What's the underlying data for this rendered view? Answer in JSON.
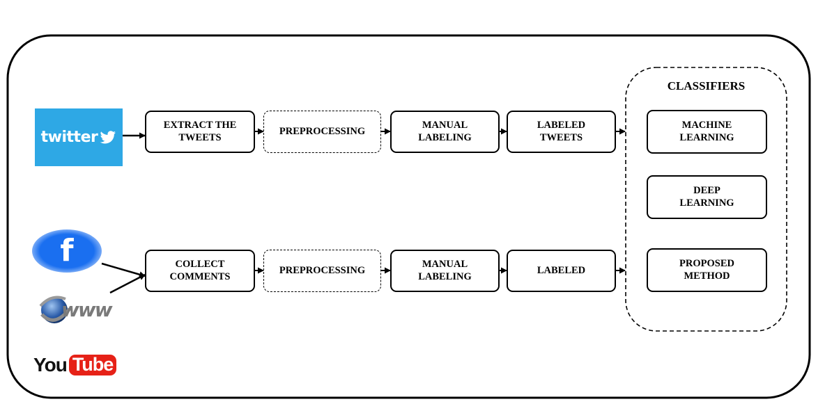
{
  "twitter_row": {
    "extract": "EXTRACT THE\nTWEETS",
    "preprocessing": "PREPROCESSING",
    "manual_labeling": "MANUAL\nLABELING",
    "labeled": "LABELED\nTWEETS"
  },
  "social_row": {
    "collect": "COLLECT\nCOMMENTS",
    "preprocessing": "PREPROCESSING",
    "manual_labeling": "MANUAL\nLABELING",
    "labeled": "LABELED"
  },
  "classifiers": {
    "title": "CLASSIFIERS",
    "items": [
      "MACHINE\nLEARNING",
      "DEEP\nLEARNING",
      "PROPOSED\nMETHOD"
    ]
  },
  "logos": {
    "twitter": {
      "text": "twitter",
      "color": "#2ea8e5"
    },
    "facebook": {
      "text": "f",
      "color": "#1877f2"
    },
    "www": {
      "text": "www"
    },
    "youtube": {
      "word1": "You",
      "word2": "Tube",
      "color": "#e62117"
    }
  }
}
